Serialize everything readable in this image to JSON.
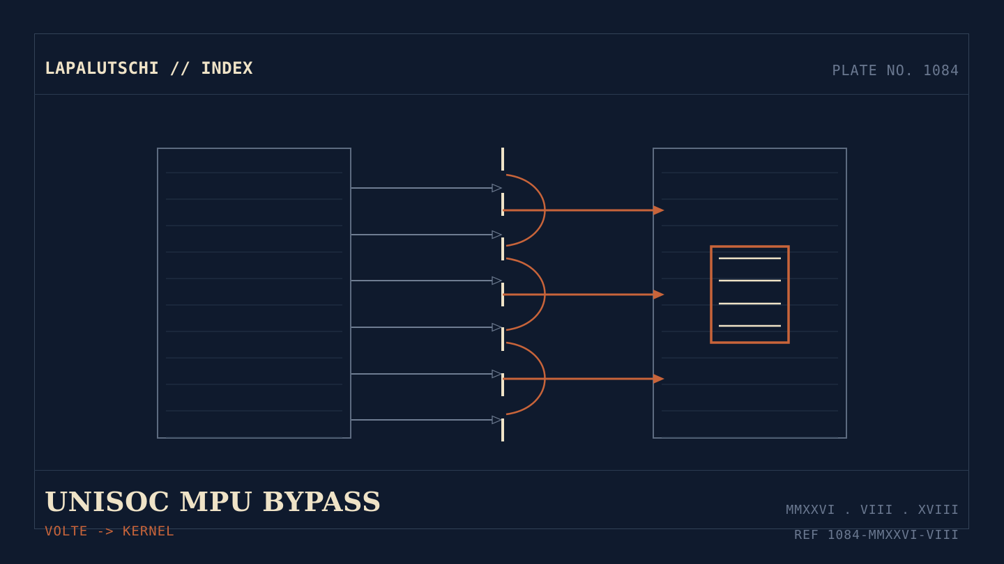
{
  "header": {
    "title": "LAPALUTSCHI // INDEX",
    "plate": "PLATE NO. 1084"
  },
  "footer": {
    "title": "UNISOC MPU BYPASS",
    "subtitle": "VOLTE -> KERNEL",
    "date": "MMXXVI . VIII . XVIII",
    "ref": "REF 1084-MMXXVI-VIII"
  },
  "colors": {
    "background": "#0f1a2d",
    "panel_border": "#5d6b80",
    "panel_lines": "#243449",
    "input_arrows": "#6f7d92",
    "accent": "#c8643a",
    "cream": "#efe3c7"
  },
  "diagram": {
    "input_lines": 6,
    "output_arrows": 3,
    "output_symbol": "document-icon"
  }
}
